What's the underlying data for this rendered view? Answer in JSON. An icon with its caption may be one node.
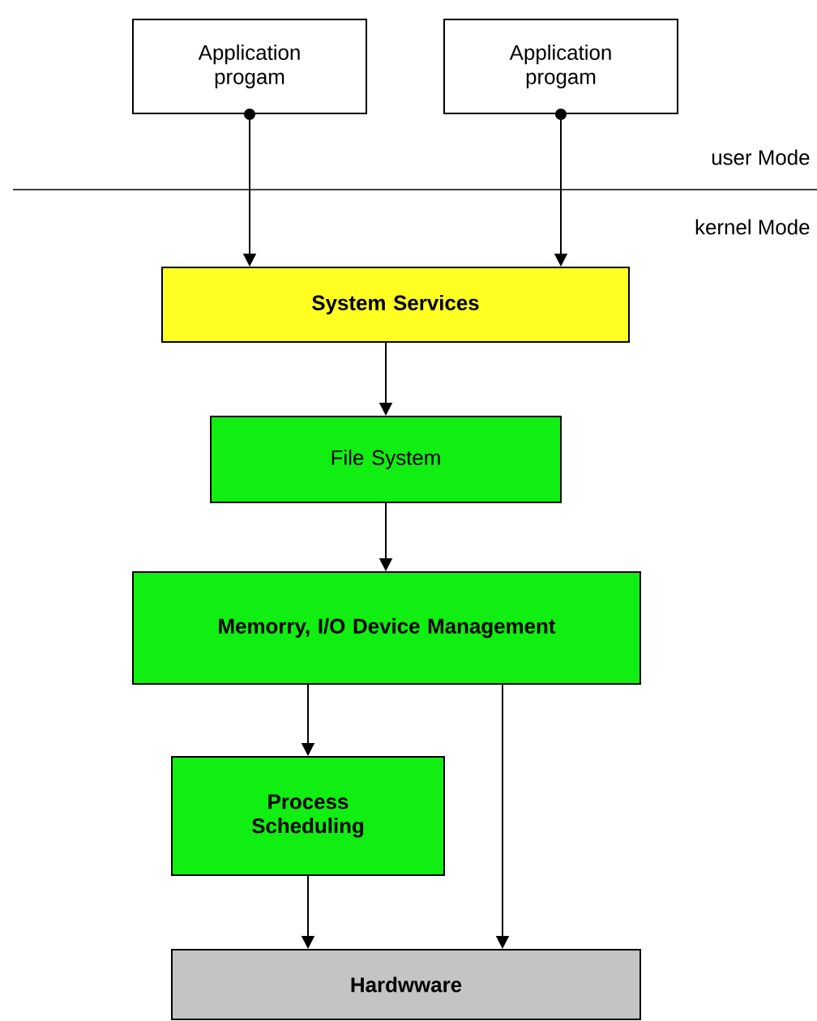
{
  "diagram": {
    "nodes": [
      {
        "text": [
          "Application progam"
        ]
      },
      {
        "text": [
          "Application progam"
        ]
      },
      {
        "text": [
          "System Services"
        ]
      },
      {
        "text": [
          "File System"
        ]
      },
      {
        "text": [
          "Memorry, I/O Device Management"
        ]
      },
      {
        "text": [
          "Process Scheduling"
        ]
      },
      {
        "text": [
          "Hardwware"
        ]
      }
    ],
    "edges": [
      {
        "from": 0,
        "to": 2,
        "arrow": "to"
      },
      {
        "from": 1,
        "to": 2,
        "arrow": "to"
      },
      {
        "from": 2,
        "to": 3,
        "arrow": "to"
      },
      {
        "from": 3,
        "to": 4,
        "arrow": "to"
      },
      {
        "from": 4,
        "to": 5,
        "arrow": "to"
      },
      {
        "from": 5,
        "to": 6,
        "arrow": "to"
      },
      {
        "from": 4,
        "to": 6,
        "arrow": "to"
      }
    ],
    "labels": [
      "user Mode",
      "kernel Mode"
    ]
  }
}
